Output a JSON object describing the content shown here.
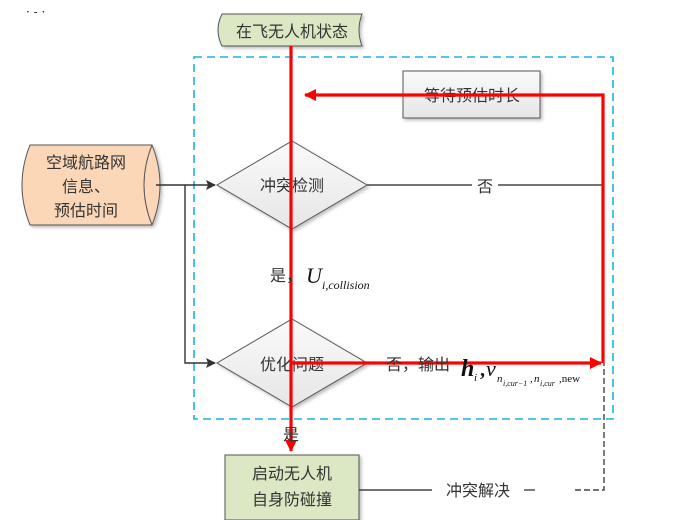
{
  "diagram": {
    "corner_marks": "· ‐ ·",
    "nodes": {
      "start": {
        "label": "在飞无人机状态",
        "shape": "banner",
        "fill": "#dce8c4"
      },
      "wait": {
        "label": "等待预估时长",
        "shape": "rect",
        "fill": "#f2f2f2"
      },
      "input": {
        "lines": [
          "空域航路网",
          "信息、",
          "预估时间"
        ],
        "shape": "cylinder",
        "fill": "#fbd7b8"
      },
      "detect": {
        "label": "冲突检测",
        "shape": "diamond",
        "fill": "#f2f2f2"
      },
      "optimize": {
        "label": "优化问题",
        "shape": "diamond",
        "fill": "#f2f2f2"
      },
      "avoid": {
        "lines": [
          "启动无人机",
          "自身防碰撞"
        ],
        "shape": "rect",
        "fill": "#dce8c4"
      }
    },
    "edge_labels": {
      "detect_no": "否",
      "detect_yes_prefix": "是，",
      "detect_yes_symbol": "U",
      "detect_yes_sub": "i,collision",
      "optimize_no_prefix": "否，输出",
      "optimize_no_h": "h",
      "optimize_no_h_sub": "i",
      "optimize_no_comma": ",",
      "optimize_no_v": "v",
      "optimize_no_v_sub1": "n",
      "optimize_no_v_sub1_sub": "i,cur−1",
      "optimize_no_v_sub_sep": ",",
      "optimize_no_v_sub2": "n",
      "optimize_no_v_sub2_sub": "i,cur",
      "optimize_no_v_sub3": ",new",
      "optimize_yes": "是",
      "resolve": "冲突解决"
    },
    "colors": {
      "highlight_path": "#ff0000",
      "group_border": "#1ab3e6",
      "connector": "#333333"
    }
  }
}
